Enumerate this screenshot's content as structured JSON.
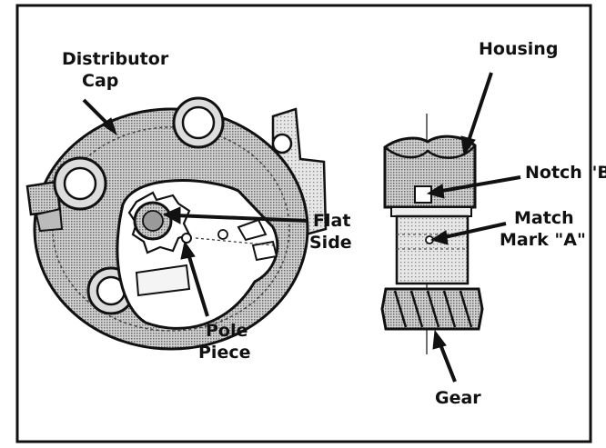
{
  "labels": {
    "distributor_cap_line1": "Distributor",
    "distributor_cap_line2": "Cap",
    "flat_side_line1": "Flat",
    "flat_side_line2": "Side",
    "pole_piece_line1": "Pole",
    "pole_piece_line2": "Piece",
    "housing": "Housing",
    "notch_b": "Notch \"B\"",
    "match_mark_line1": "Match",
    "match_mark_line2": "Mark \"A\"",
    "gear": "Gear"
  },
  "colors": {
    "ink": "#111111",
    "background": "#ffffff",
    "shading": "#bdbdbd"
  }
}
